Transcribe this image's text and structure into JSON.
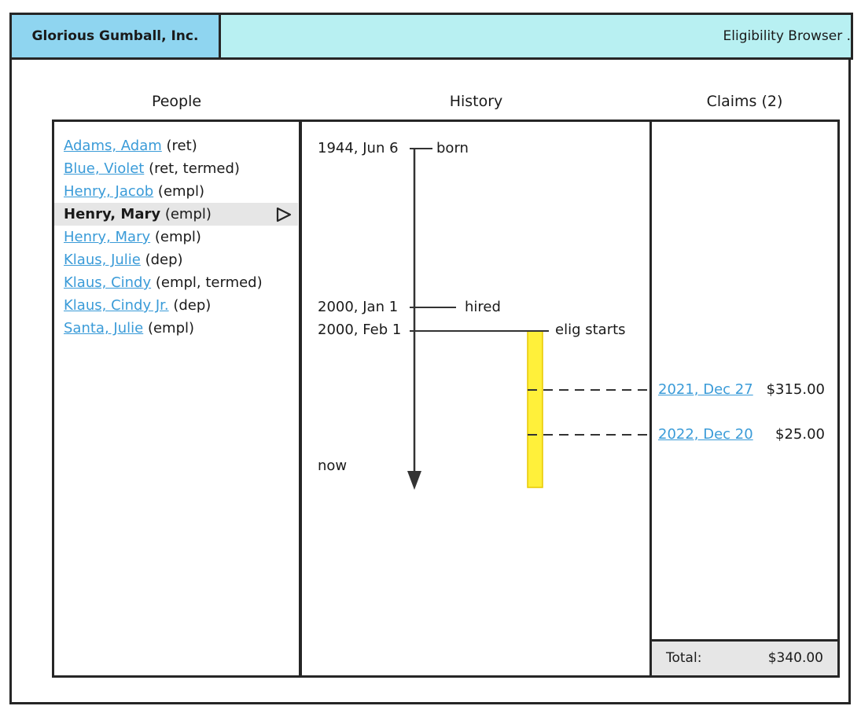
{
  "header": {
    "company": "Glorious Gumball, Inc.",
    "app_title": "Eligibility Browser ."
  },
  "columns": {
    "people": "People",
    "history": "History",
    "claims": "Claims (2)"
  },
  "people": [
    {
      "name": "Adams, Adam",
      "status": "(ret)",
      "selected": false
    },
    {
      "name": "Blue, Violet",
      "status": "(ret, termed)",
      "selected": false
    },
    {
      "name": "Henry, Jacob",
      "status": "(empl)",
      "selected": false
    },
    {
      "name": "Henry, Mary",
      "status": "(empl)",
      "selected": true
    },
    {
      "name": "Henry, Mary",
      "status": "(empl)",
      "selected": false
    },
    {
      "name": "Klaus, Julie",
      "status": "(dep)",
      "selected": false
    },
    {
      "name": "Klaus, Cindy",
      "status": "(empl, termed)",
      "selected": false
    },
    {
      "name": "Klaus, Cindy Jr.",
      "status": "(dep)",
      "selected": false
    },
    {
      "name": "Santa, Julie",
      "status": "(empl)",
      "selected": false
    }
  ],
  "history": {
    "events": [
      {
        "date": "1944, Jun 6",
        "label": "born"
      },
      {
        "date": "2000, Jan 1",
        "label": "hired"
      },
      {
        "date": "2000, Feb 1",
        "label": "elig starts"
      }
    ],
    "now_label": "now",
    "eligibility_color": "#fff03a"
  },
  "claims": [
    {
      "date": "2021, Dec 27",
      "amount": "$315.00"
    },
    {
      "date": "2022, Dec 20",
      "amount": "$25.00"
    }
  ],
  "total": {
    "label": "Total:",
    "value": "$340.00"
  }
}
